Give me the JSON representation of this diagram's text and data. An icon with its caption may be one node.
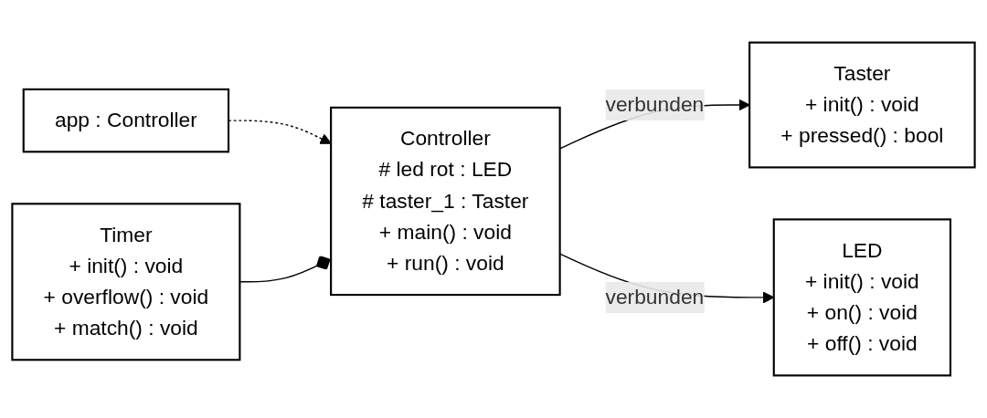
{
  "diagram": {
    "nodes": [
      {
        "text": [
          "app : Controller"
        ]
      },
      {
        "text": [
          "Controller",
          "# led  rot : LED",
          "# taster_1 : Taster",
          "+ main() : void",
          "+ run() : void"
        ]
      },
      {
        "text": [
          "Timer",
          "+ init() : void",
          "+ overflow() : void",
          "+ match() : void"
        ]
      },
      {
        "text": [
          "Taster",
          "+ init() : void",
          "+ pressed() : bool"
        ]
      },
      {
        "text": [
          "LED",
          "+ init() : void",
          "+ on() : void",
          "+ off() : void"
        ]
      }
    ],
    "edges": [
      {
        "from": 0,
        "to": 1,
        "arrow": "to",
        "style": "dashed"
      },
      {
        "from": 1,
        "to": 2,
        "arrow": "other"
      },
      {
        "from": 1,
        "to": 3,
        "arrow": "to",
        "label": "verbunden"
      },
      {
        "from": 1,
        "to": 4,
        "arrow": "to",
        "label": "verbunden"
      }
    ]
  }
}
